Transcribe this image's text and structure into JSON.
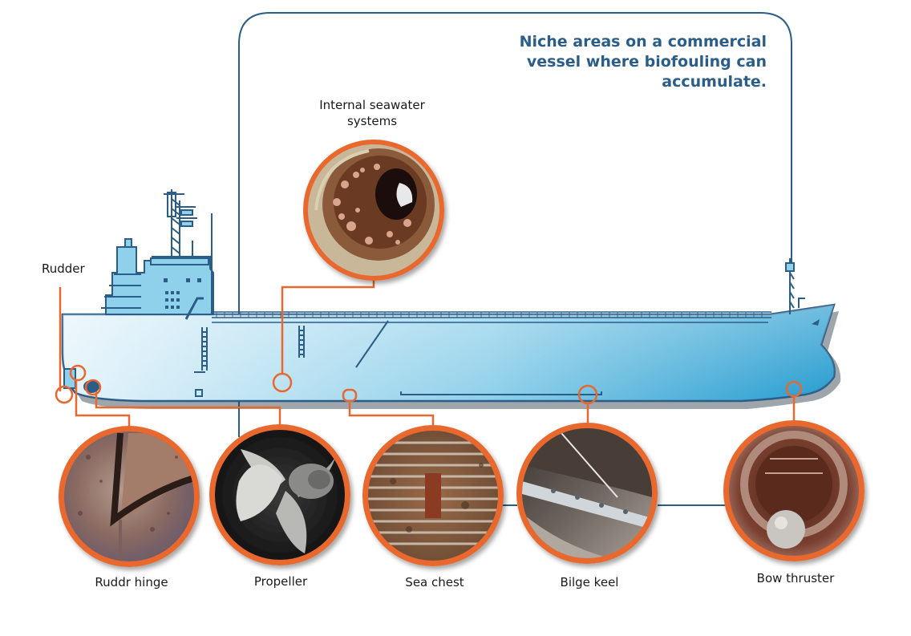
{
  "heading": {
    "lines": [
      "Niche areas on a commercial",
      "vessel where biofouling can",
      "accumulate."
    ]
  },
  "labels": {
    "rudder": "Rudder",
    "internal_seawater": [
      "Internal seawater",
      "systems"
    ],
    "rudder_hinge": "Ruddr hinge",
    "propeller": "Propeller",
    "sea_chest": "Sea chest",
    "bilge_keel": "Bilge keel",
    "bow_thruster": "Bow thruster"
  },
  "colors": {
    "accent": "#e8682f",
    "hull_outline": "#2a5d88",
    "hull_fill_light": "#d7eef8",
    "hull_fill_dark": "#2fa0d0",
    "frame_line": "#2a5d88"
  }
}
